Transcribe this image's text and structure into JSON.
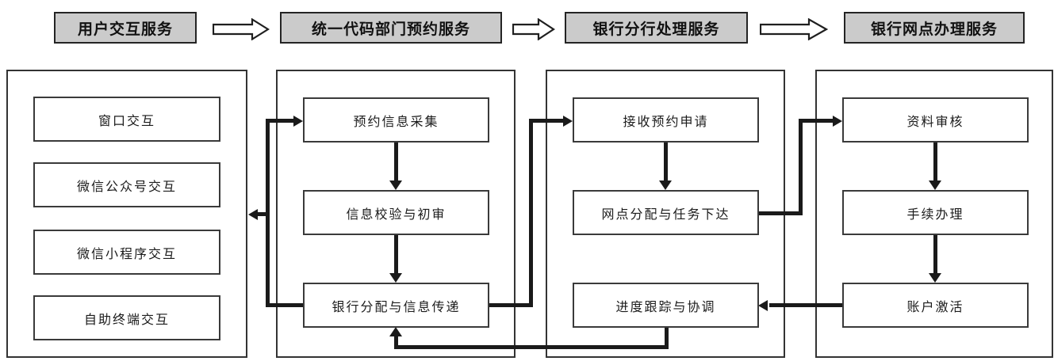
{
  "stages": [
    {
      "label": "用户交互服务"
    },
    {
      "label": "统一代码部门预约服务"
    },
    {
      "label": "银行分行处理服务"
    },
    {
      "label": "银行网点办理服务"
    }
  ],
  "columns": [
    {
      "id": "user-interaction",
      "nodes": [
        {
          "label": "窗口交互"
        },
        {
          "label": "微信公众号交互"
        },
        {
          "label": "微信小程序交互"
        },
        {
          "label": "自助终端交互"
        }
      ]
    },
    {
      "id": "unified-code-dept-reservation",
      "nodes": [
        {
          "label": "预约信息采集"
        },
        {
          "label": "信息校验与初审"
        },
        {
          "label": "银行分配与信息传递"
        }
      ]
    },
    {
      "id": "bank-branch-processing",
      "nodes": [
        {
          "label": "接收预约申请"
        },
        {
          "label": "网点分配与任务下达"
        },
        {
          "label": "进度跟踪与协调"
        }
      ]
    },
    {
      "id": "bank-outlet-handling",
      "nodes": [
        {
          "label": "资料审核"
        },
        {
          "label": "手续办理"
        },
        {
          "label": "账户激活"
        }
      ]
    }
  ],
  "colors": {
    "background": "#ffffff",
    "header_fill": "#cbcbcb",
    "box_border": "#3a3a3a",
    "connector": "#1a1a1a"
  }
}
